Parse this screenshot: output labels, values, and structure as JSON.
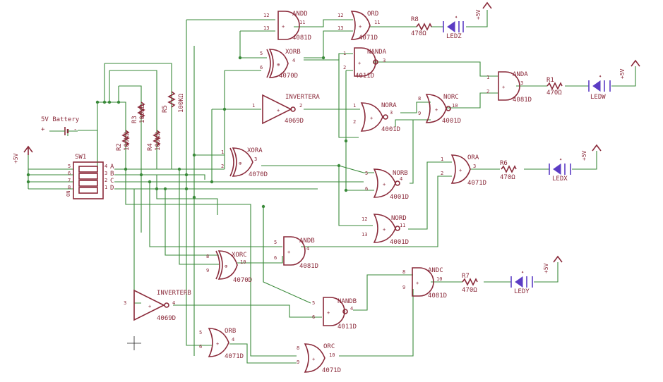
{
  "battery": {
    "label": "5V Battery",
    "plus": "+",
    "minus": "-"
  },
  "switch": {
    "label": "SW1",
    "left_pins": [
      "5",
      "6",
      "7",
      "8"
    ],
    "right_pins": [
      "4",
      "3",
      "2",
      "1"
    ],
    "outputs": [
      "A",
      "B",
      "C",
      "D"
    ],
    "bottom_pin": "ON",
    "vcc": "+5V"
  },
  "resistors": [
    {
      "name": "R2",
      "value": "100KΩ"
    },
    {
      "name": "R3",
      "value": "100KΩ"
    },
    {
      "name": "R4",
      "value": "100KΩ"
    },
    {
      "name": "R5",
      "value": "100KΩ"
    }
  ],
  "gates": {
    "ANDD": {
      "label": "ANDD",
      "chip": "4081D",
      "pins": [
        "12",
        "13",
        "11"
      ]
    },
    "ORD": {
      "label": "ORD",
      "chip": "4071D",
      "pins": [
        "12",
        "13",
        "11"
      ]
    },
    "XORB": {
      "label": "XORB",
      "chip": "4070D",
      "pins": [
        "5",
        "6",
        "4"
      ]
    },
    "NANDA": {
      "label": "NANDA",
      "chip": "4011D",
      "pins": [
        "1",
        "2",
        "3"
      ]
    },
    "ANDA": {
      "label": "ANDA",
      "chip": "4081D",
      "pins": [
        "1",
        "2",
        "3"
      ]
    },
    "INVERTERA": {
      "label": "INVERTERA",
      "chip": "4069D",
      "pins": [
        "1",
        "2"
      ]
    },
    "NORA": {
      "label": "NORA",
      "chip": "4001D",
      "pins": [
        "1",
        "2",
        "3"
      ]
    },
    "NORC": {
      "label": "NORC",
      "chip": "4001D",
      "pins": [
        "8",
        "9",
        "10"
      ]
    },
    "XORA": {
      "label": "XORA",
      "chip": "4070D",
      "pins": [
        "1",
        "2",
        "3"
      ]
    },
    "NORB": {
      "label": "NORB",
      "chip": "4001D",
      "pins": [
        "5",
        "6",
        "4"
      ]
    },
    "ORA": {
      "label": "ORA",
      "chip": "4071D",
      "pins": [
        "1",
        "2",
        "3"
      ]
    },
    "NORD": {
      "label": "NORD",
      "chip": "4001D",
      "pins": [
        "12",
        "13",
        "11"
      ]
    },
    "ANDB": {
      "label": "ANDB",
      "chip": "4081D",
      "pins": [
        "5",
        "6",
        "4"
      ]
    },
    "XORC": {
      "label": "XORC",
      "chip": "4070D",
      "pins": [
        "8",
        "9",
        "10"
      ]
    },
    "ANDC": {
      "label": "ANDC",
      "chip": "4081D",
      "pins": [
        "8",
        "9",
        "10"
      ]
    },
    "INVERTERB": {
      "label": "INVERTERB",
      "chip": "4069D",
      "pins": [
        "3",
        "4"
      ]
    },
    "NANDB": {
      "label": "NANDB",
      "chip": "4011D",
      "pins": [
        "5",
        "6",
        "4"
      ]
    },
    "ORB": {
      "label": "ORB",
      "chip": "4071D",
      "pins": [
        "5",
        "6",
        "4"
      ]
    },
    "ORC": {
      "label": "ORC",
      "chip": "4071D",
      "pins": [
        "8",
        "9",
        "10"
      ]
    }
  },
  "outputs": [
    {
      "resistor": "R8",
      "value": "470Ω",
      "led": "LEDZ",
      "vcc": "+5V"
    },
    {
      "resistor": "R1",
      "value": "470Ω",
      "led": "LEDW",
      "vcc": "+5V"
    },
    {
      "resistor": "R6",
      "value": "470Ω",
      "led": "LEDX",
      "vcc": "+5V"
    },
    {
      "resistor": "R7",
      "value": "470Ω",
      "led": "LEDY",
      "vcc": "+5V"
    }
  ]
}
